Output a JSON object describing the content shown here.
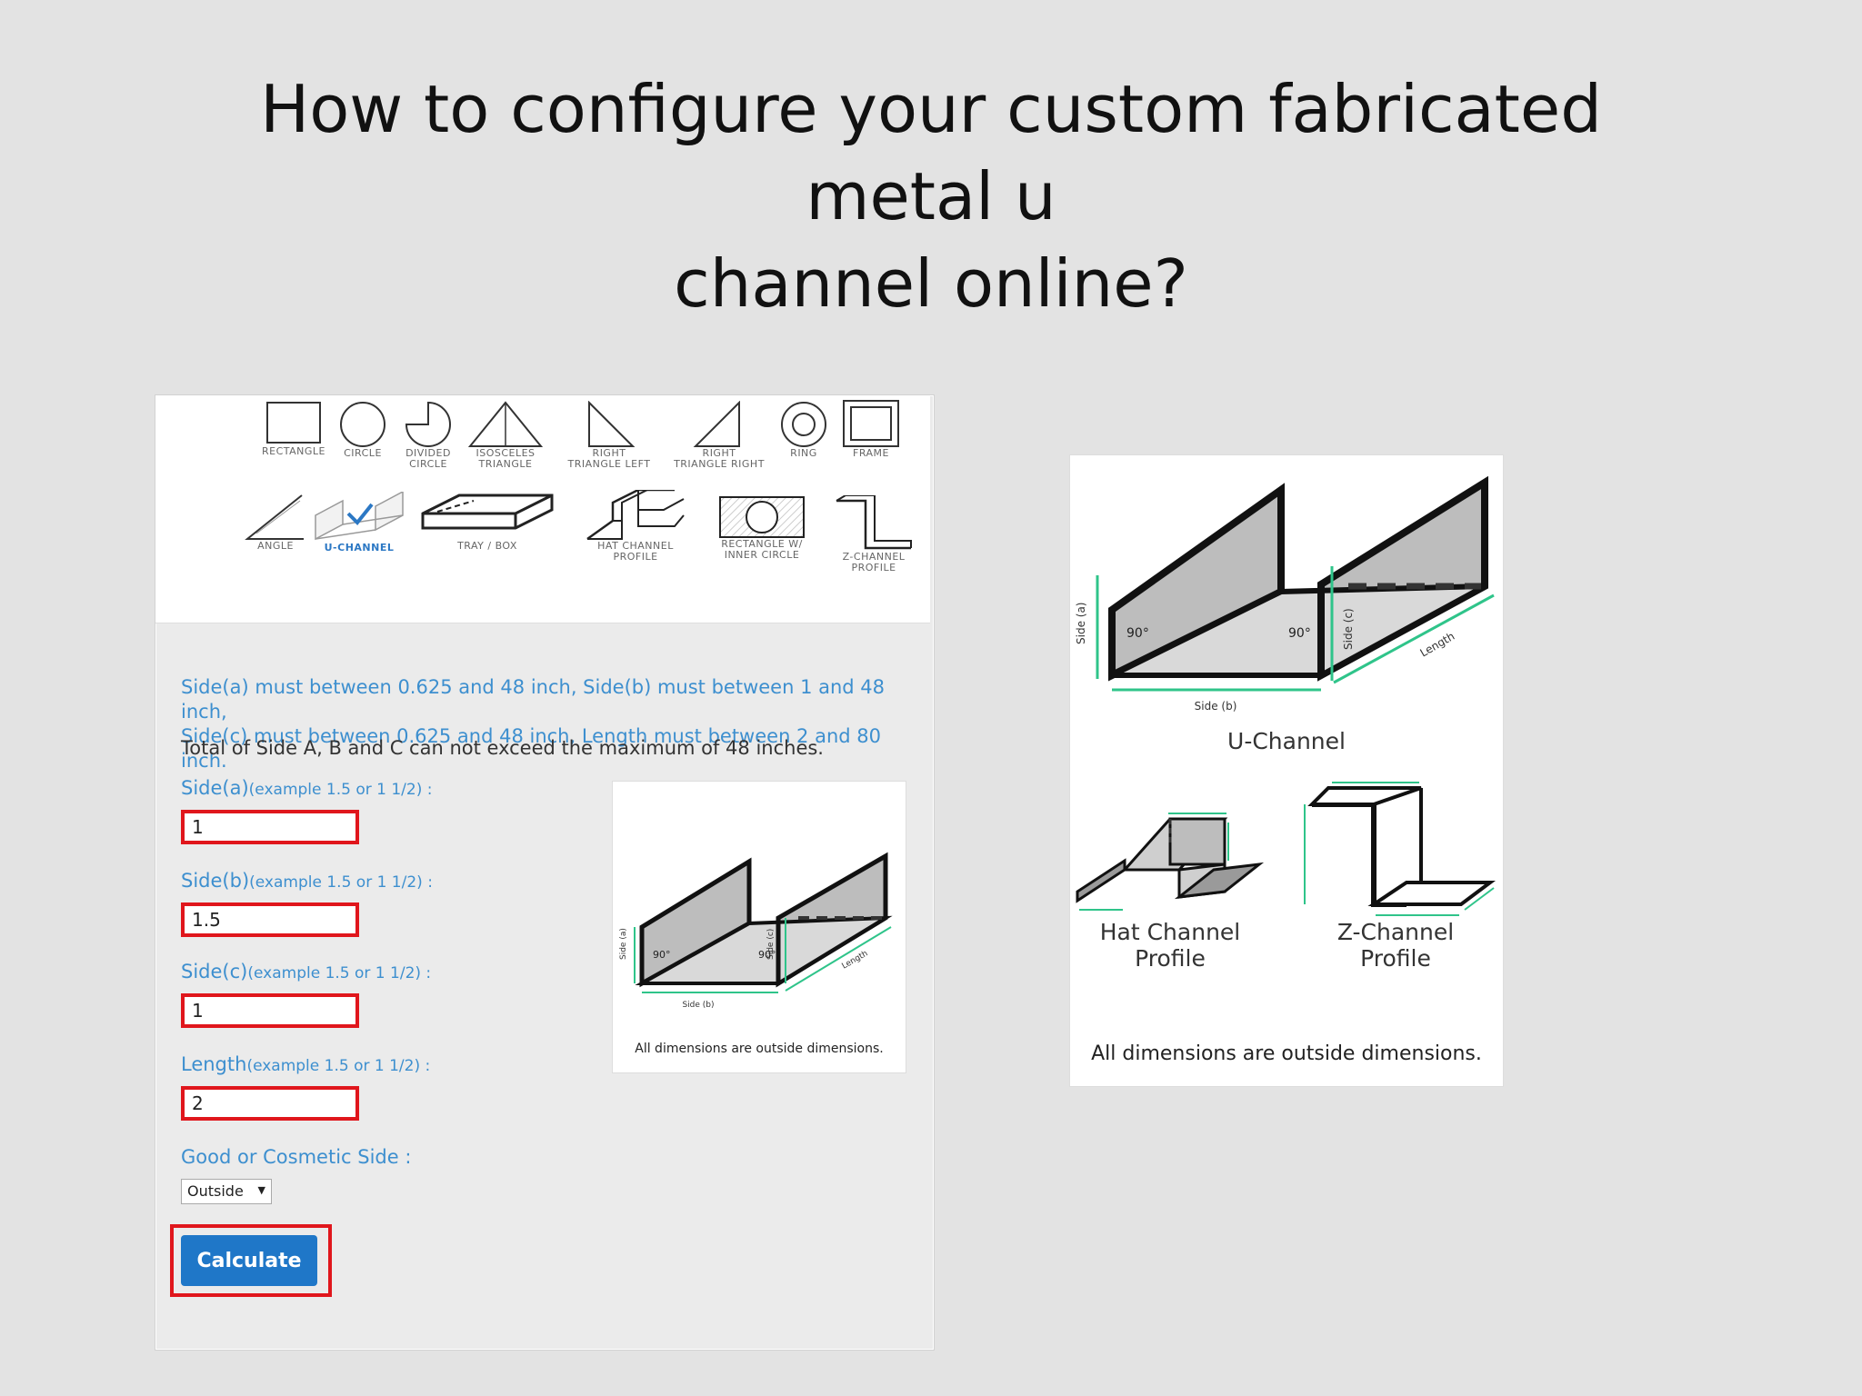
{
  "slide": {
    "title_line1": "How to configure your custom fabricated metal u",
    "title_line2": "channel online?"
  },
  "shapes": [
    {
      "label": "RECTANGLE"
    },
    {
      "label": "CIRCLE"
    },
    {
      "label": "DIVIDED\nCIRCLE"
    },
    {
      "label": "ISOSCELES\nTRIANGLE"
    },
    {
      "label": "RIGHT\nTRIANGLE LEFT"
    },
    {
      "label": "RIGHT\nTRIANGLE RIGHT"
    },
    {
      "label": "RING"
    },
    {
      "label": "FRAME"
    },
    {
      "label": "ANGLE"
    },
    {
      "label": "U-CHANNEL"
    },
    {
      "label": "TRAY / BOX"
    },
    {
      "label": "HAT CHANNEL\nPROFILE"
    },
    {
      "label": "RECTANGLE W/\nINNER CIRCLE"
    },
    {
      "label": "Z-CHANNEL\nPROFILE"
    }
  ],
  "form": {
    "info_line1": "Side(a) must between 0.625 and 48 inch, Side(b) must between 1 and 48 inch,",
    "info_line2": "Side(c) must between 0.625 and 48 inch, Length must between 2 and 80 inch.",
    "total_note": "Total of Side A, B and C can not exceed the maximum of 48 inches.",
    "example_hint": "(example 1.5 or 1 1/2) :",
    "side_a_label": "Side(a)",
    "side_a_value": "1",
    "side_b_label": "Side(b)",
    "side_b_value": "1.5",
    "side_c_label": "Side(c)",
    "side_c_value": "1",
    "length_label": "Length",
    "length_value": "2",
    "cosmetic_label": "Good or Cosmetic Side :",
    "cosmetic_selected": "Outside",
    "calculate_label": "Calculate"
  },
  "inner_diagram": {
    "side_a": "Side (a)",
    "side_b": "Side (b)",
    "side_c": "Side (c)",
    "length": "Length",
    "angle": "90°",
    "caption": "All dimensions are outside dimensions."
  },
  "right_diagram": {
    "side_a": "Side (a)",
    "side_b": "Side (b)",
    "side_c": "Side (c)",
    "length": "Length",
    "angle": "90°",
    "u_channel": "U-Channel",
    "hat_line1": "Hat Channel",
    "hat_line2": "Profile",
    "z_line1": "Z-Channel",
    "z_line2": "Profile",
    "caption": "All dimensions are outside dimensions."
  },
  "colors": {
    "accent_blue": "#3d8fcf",
    "highlight_red": "#e0161c",
    "button_blue": "#1f77c8",
    "dimension_green": "#2fc48a"
  }
}
